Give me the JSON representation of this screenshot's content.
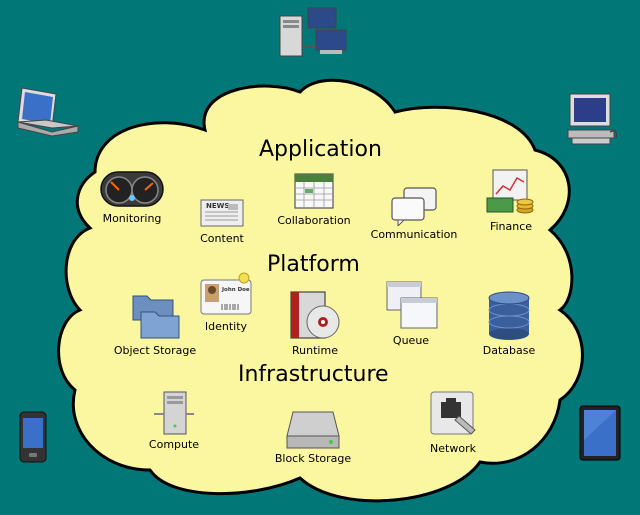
{
  "colors": {
    "background": "#027777",
    "cloud_fill": "#fbf7a0",
    "cloud_stroke": "#000000"
  },
  "sections": {
    "application": "Application",
    "platform": "Platform",
    "infrastructure": "Infrastructure"
  },
  "application": {
    "monitoring": {
      "label": "Monitoring",
      "icon": "speedometer-icon"
    },
    "content": {
      "label": "Content",
      "icon": "newspaper-icon"
    },
    "collaboration": {
      "label": "Collaboration",
      "icon": "calendar-icon"
    },
    "communication": {
      "label": "Communication",
      "icon": "chat-bubbles-icon"
    },
    "finance": {
      "label": "Finance",
      "icon": "money-chart-icon"
    }
  },
  "platform": {
    "object_storage": {
      "label": "Object Storage",
      "icon": "folders-icon"
    },
    "identity": {
      "label": "Identity",
      "icon": "id-card-icon",
      "card_text": "John Doe"
    },
    "runtime": {
      "label": "Runtime",
      "icon": "disc-box-icon"
    },
    "queue": {
      "label": "Queue",
      "icon": "stacked-windows-icon"
    },
    "database": {
      "label": "Database",
      "icon": "database-cylinder-icon"
    }
  },
  "infrastructure": {
    "compute": {
      "label": "Compute",
      "icon": "server-tower-icon"
    },
    "block_storage": {
      "label": "Block Storage",
      "icon": "hard-drive-icon"
    },
    "network": {
      "label": "Network",
      "icon": "network-jack-icon"
    }
  },
  "devices": [
    "networked-computers-icon",
    "laptop-icon",
    "desktop-monitor-icon",
    "smartphone-icon",
    "tablet-icon"
  ]
}
